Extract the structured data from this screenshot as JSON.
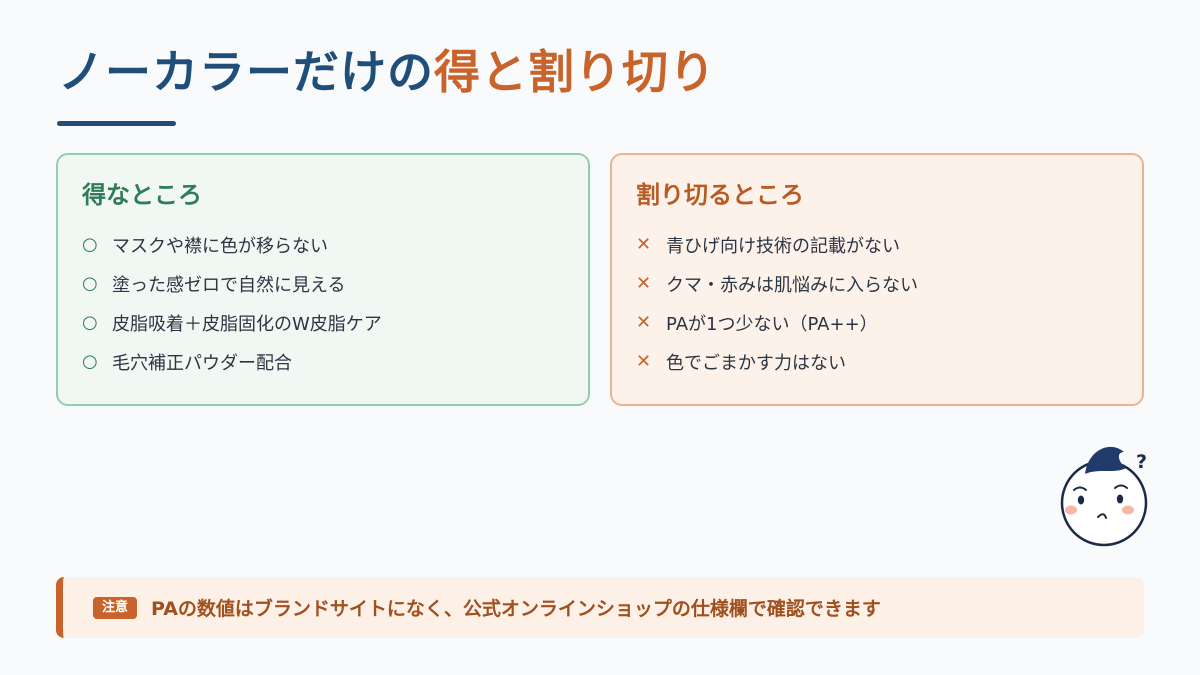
{
  "slide": {
    "title_part1": "ノーカラーだけの",
    "title_part2": "得と割り切り"
  },
  "good": {
    "heading": "得なところ",
    "mark": "○",
    "items": [
      "マスクや襟に色が移らない",
      "塗った感ゼロで自然に見える",
      "皮脂吸着＋皮脂固化のW皮脂ケア",
      "毛穴補正パウダー配合"
    ]
  },
  "bad": {
    "heading": "割り切るところ",
    "mark": "✕",
    "items": [
      "青ひげ向け技術の記載がない",
      "クマ・赤みは肌悩みに入らない",
      "PAが1つ少ない（PA++）",
      "色でごまかす力はない"
    ]
  },
  "mascot": {
    "question_mark": "?"
  },
  "note": {
    "badge": "注意",
    "text": "PAの数値はブランドサイトになく、公式オンラインショップの仕様欄で確認できます"
  },
  "colors": {
    "navy": "#1f4e79",
    "orange": "#c8642b",
    "green": "#2e7d57"
  }
}
